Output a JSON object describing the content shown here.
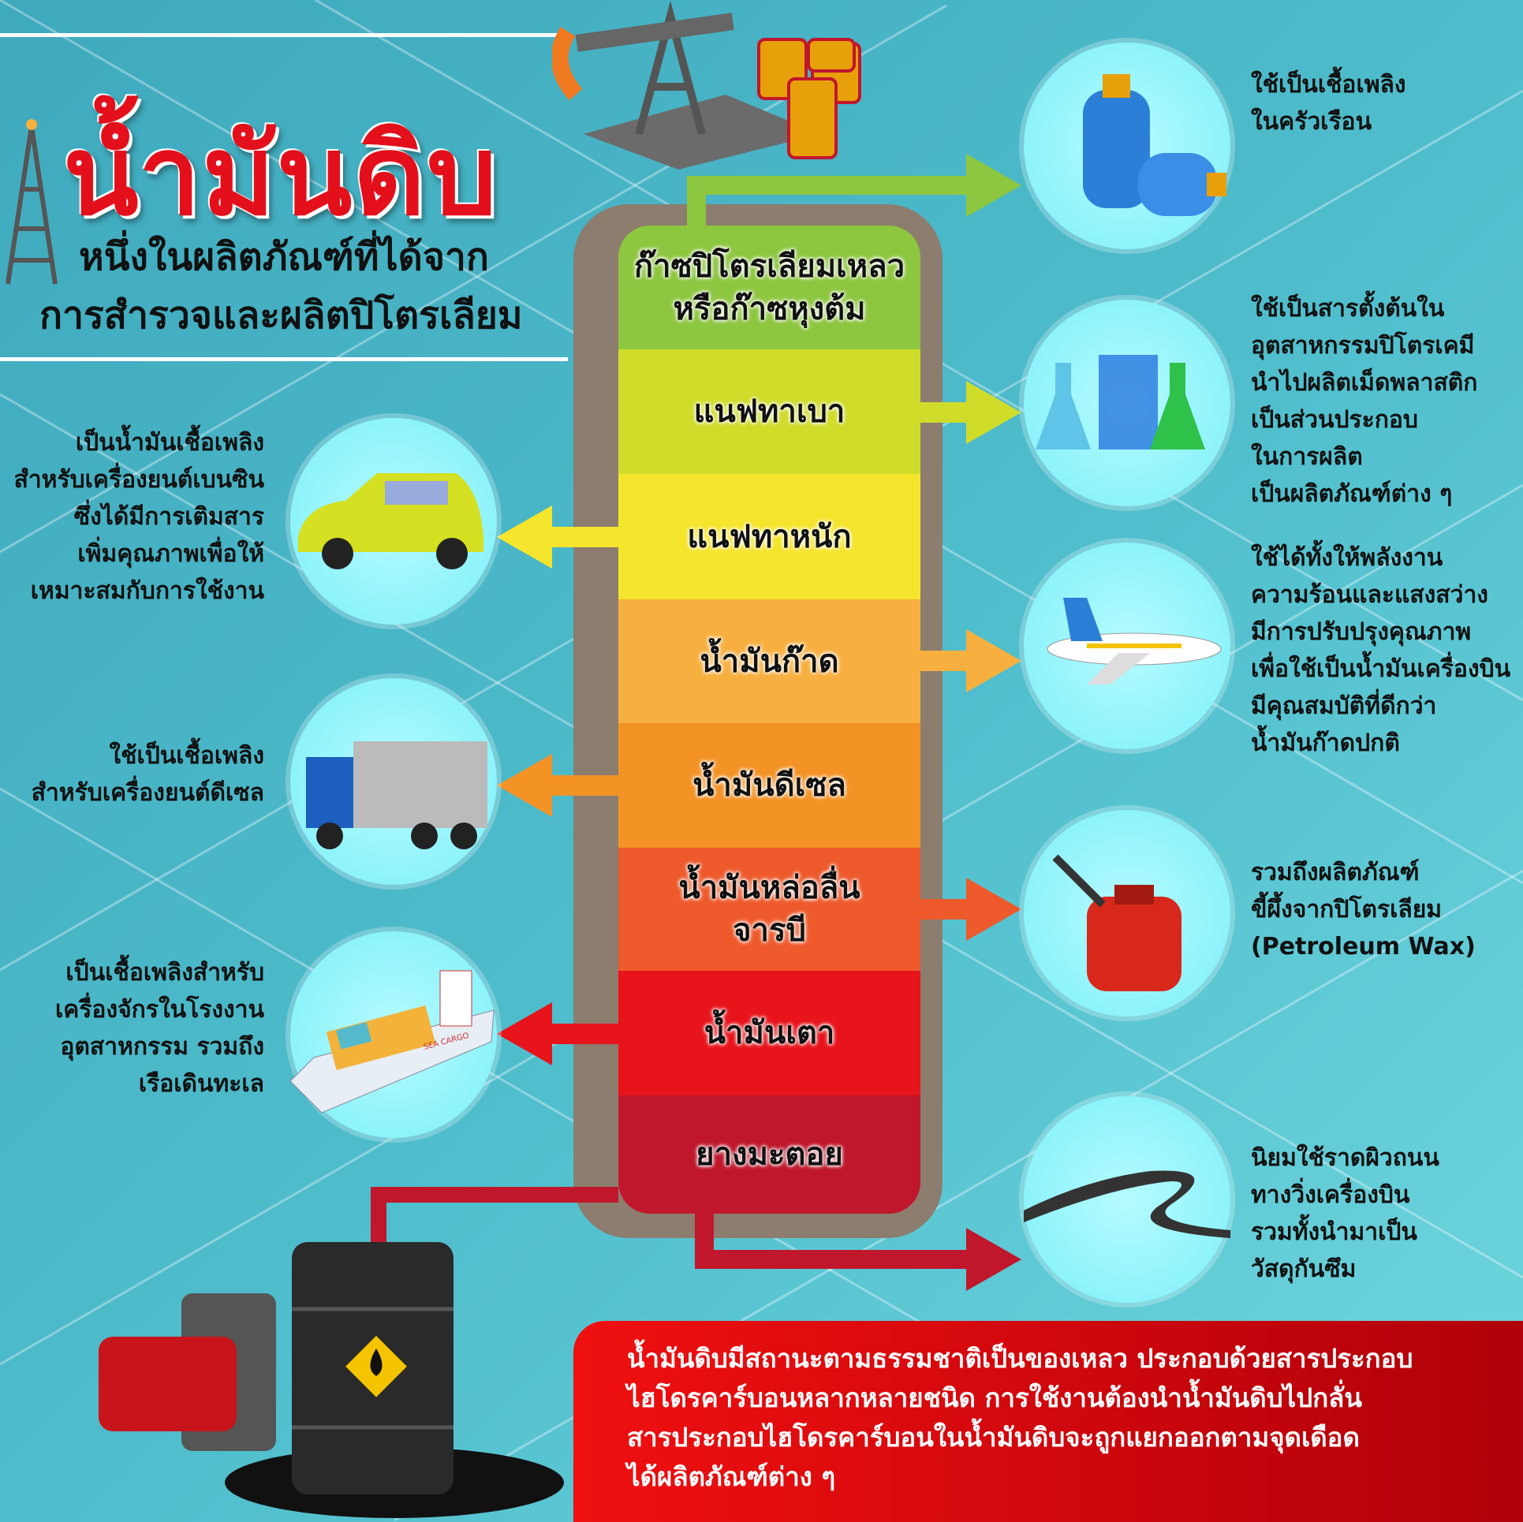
{
  "title": "น้ำมันดิบ",
  "subtitle": [
    "หนึ่งในผลิตภัณฑ์ที่ได้จาก",
    "การสำรวจและผลิตปิโตรเลียม"
  ],
  "fractions": [
    {
      "label": [
        "ก๊าซปิโตรเลียมเหลว",
        "หรือก๊าซหุงต้ม"
      ],
      "color": "#8dc63f"
    },
    {
      "label": [
        "แนฟทาเบา"
      ],
      "color": "#cfdc2a"
    },
    {
      "label": [
        "แนฟทาหนัก"
      ],
      "color": "#f5e52c"
    },
    {
      "label": [
        "น้ำมันก๊าด"
      ],
      "color": "#f7b040"
    },
    {
      "label": [
        "น้ำมันดีเซล"
      ],
      "color": "#f39325"
    },
    {
      "label": [
        "น้ำมันหล่อลื่น",
        "จารบี"
      ],
      "color": "#ee5a2c"
    },
    {
      "label": [
        "น้ำมันเตา"
      ],
      "color": "#e8141b"
    },
    {
      "label": [
        "ยางมะตอย"
      ],
      "color": "#c0172c"
    }
  ],
  "uses_right": [
    {
      "lines": [
        "ใช้เป็นเชื้อเพลิง",
        "ในครัวเรือน"
      ],
      "icon": "gas-cylinder-icon"
    },
    {
      "lines": [
        "ใช้เป็นสารตั้งต้นใน",
        "อุตสาหกรรมปิโตรเคมี",
        "นำไปผลิตเม็ดพลาสติก",
        "เป็นส่วนประกอบ",
        "ในการผลิต",
        "เป็นผลิตภัณฑ์ต่าง ๆ"
      ],
      "icon": "lab-flask-icon"
    },
    {
      "lines": [
        "ใช้ได้ทั้งให้พลังงาน",
        "ความร้อนและแสงสว่าง",
        "มีการปรับปรุงคุณภาพ",
        "เพื่อใช้เป็นน้ำมันเครื่องบิน",
        "มีคุณสมบัติที่ดีกว่า",
        "น้ำมันก๊าดปกติ"
      ],
      "icon": "airplane-icon"
    },
    {
      "lines": [
        "รวมถึงผลิตภัณฑ์",
        "ขี้ผึ้งจากปิโตรเลียม",
        "(Petroleum Wax)"
      ],
      "icon": "oil-can-icon"
    },
    {
      "lines": [
        "นิยมใช้ราดผิวถนน",
        "ทางวิ่งเครื่องบิน",
        "รวมทั้งนำมาเป็น",
        "วัสดุกันซึม"
      ],
      "icon": "road-icon"
    }
  ],
  "uses_left": [
    {
      "lines": [
        "เป็นน้ำมันเชื้อเพลิง",
        "สำหรับเครื่องยนต์เบนซิน",
        "ซึ่งได้มีการเติมสาร",
        "เพิ่มคุณภาพเพื่อให้",
        "เหมาะสมกับการใช้งาน"
      ],
      "icon": "car-icon"
    },
    {
      "lines": [
        "ใช้เป็นเชื้อเพลิง",
        "สำหรับเครื่องยนต์ดีเซล"
      ],
      "icon": "truck-icon"
    },
    {
      "lines": [
        "เป็นเชื้อเพลิงสำหรับ",
        "เครื่องจักรในโรงงาน",
        "อุตสาหกรรม รวมถึง",
        "เรือเดินทะเล"
      ],
      "icon": "cargo-ship-icon"
    }
  ],
  "ship_label": "SEA CARGO",
  "note": [
    "น้ำมันดิบมีสถานะตามธรรมชาติเป็นของเหลว ประกอบด้วยสารประกอบ",
    "ไฮโดรคาร์บอนหลากหลายชนิด การใช้งานต้องนำน้ำมันดิบไปกลั่น",
    "สารประกอบไฮโดรคาร์บอนในน้ำมันดิบจะถูกแยกออกตามจุดเดือด",
    "ได้ผลิตภัณฑ์ต่าง ๆ"
  ]
}
